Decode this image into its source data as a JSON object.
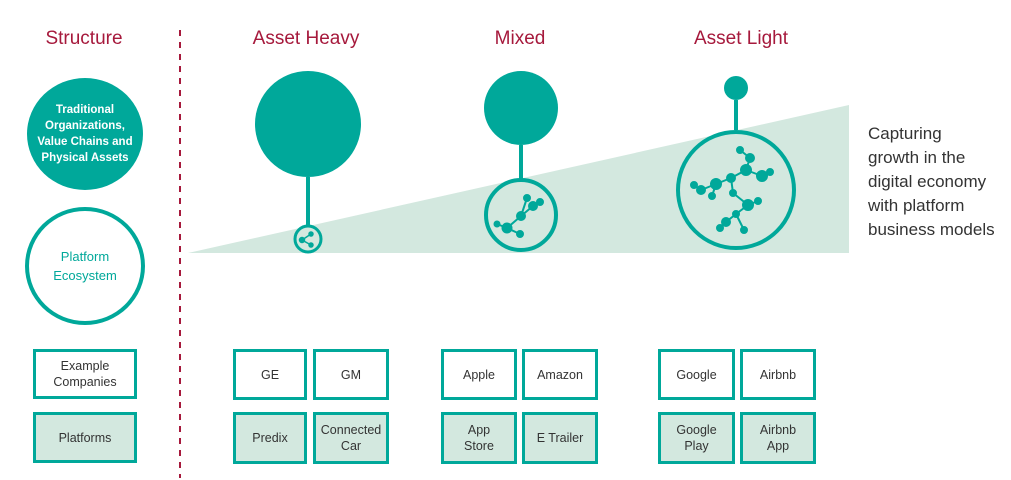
{
  "headers": {
    "structure": "Structure",
    "asset_heavy": "Asset Heavy",
    "mixed": "Mixed",
    "asset_light": "Asset Light"
  },
  "structure": {
    "traditional": "Traditional\nOrganizations,\nValue Chains and\nPhysical Assets",
    "platform": "Platform\nEcosystem",
    "example_companies": "Example\nCompanies",
    "platforms": "Platforms"
  },
  "side_text": "Capturing\ngrowth in the\ndigital economy\nwith platform\nbusiness models",
  "companies": {
    "asset_heavy": [
      "GE",
      "GM"
    ],
    "mixed": [
      "Apple",
      "Amazon"
    ],
    "asset_light": [
      "Google",
      "Airbnb"
    ]
  },
  "platforms": {
    "asset_heavy": [
      "Predix",
      "Connected\nCar"
    ],
    "mixed": [
      "App\nStore",
      "E Trailer"
    ],
    "asset_light": [
      "Google\nPlay",
      "Airbnb\nApp"
    ]
  },
  "colors": {
    "accent_teal": "#00a89a",
    "header_red": "#a6193c",
    "wedge_fill": "#d3e8df",
    "divider": "#a6193c"
  }
}
